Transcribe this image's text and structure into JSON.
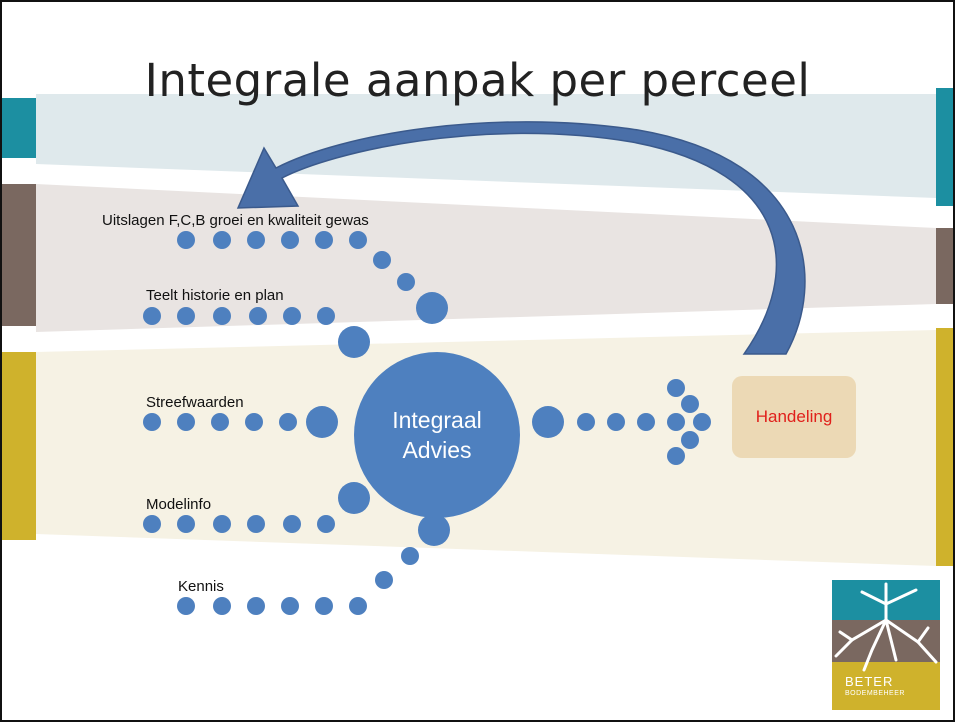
{
  "slide": {
    "title": "Integrale aanpak per perceel"
  },
  "inputs": [
    {
      "label": "Uitslagen F,C,B groei en kwaliteit gewas"
    },
    {
      "label": "Teelt historie en plan"
    },
    {
      "label": "Streefwaarden"
    },
    {
      "label": "Modelinfo"
    },
    {
      "label": "Kennis"
    }
  ],
  "center": {
    "line1": "Integraal",
    "line2": "Advies"
  },
  "action": {
    "label": "Handeling"
  },
  "logo": {
    "line1": "BETER",
    "line2": "BODEMBEHEER"
  },
  "colors": {
    "band_teal": "#dfe9ec",
    "band_brown": "#e9e4e2",
    "band_yellow": "#f6f2e4",
    "accent_teal": "#1c8fa1",
    "accent_brown": "#7a6860",
    "accent_yellow": "#cfb22c",
    "dot_blue": "#4e80bf",
    "action_text": "#e0201b"
  }
}
